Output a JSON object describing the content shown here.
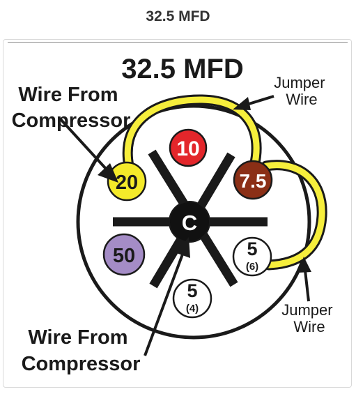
{
  "page": {
    "title": "32.5 MFD"
  },
  "diagram": {
    "heading": "32.5 MFD",
    "labels": {
      "wire_from_compressor_top": [
        "Wire From",
        "Compressor"
      ],
      "wire_from_compressor_bottom": [
        "Wire From",
        "Compressor"
      ],
      "jumper_wire_top": [
        "Jumper",
        "Wire"
      ],
      "jumper_wire_right": [
        "Jumper",
        "Wire"
      ]
    },
    "terminals": {
      "t10": {
        "label": "10",
        "color": "#e3262b"
      },
      "t20": {
        "label": "20",
        "color": "#f4ea2a"
      },
      "t7_5": {
        "label": "7.5",
        "color": "#8b2f16"
      },
      "t50": {
        "label": "50",
        "color": "#a48cc6"
      },
      "t5a": {
        "label": "5",
        "sub": "(6)",
        "color": "#ffffff"
      },
      "t5b": {
        "label": "5",
        "sub": "(4)",
        "color": "#ffffff"
      },
      "common": {
        "label": "C",
        "color": "#111111"
      }
    },
    "colors": {
      "jumper": "#f6ee3c",
      "outline": "#1a1a1a"
    }
  }
}
